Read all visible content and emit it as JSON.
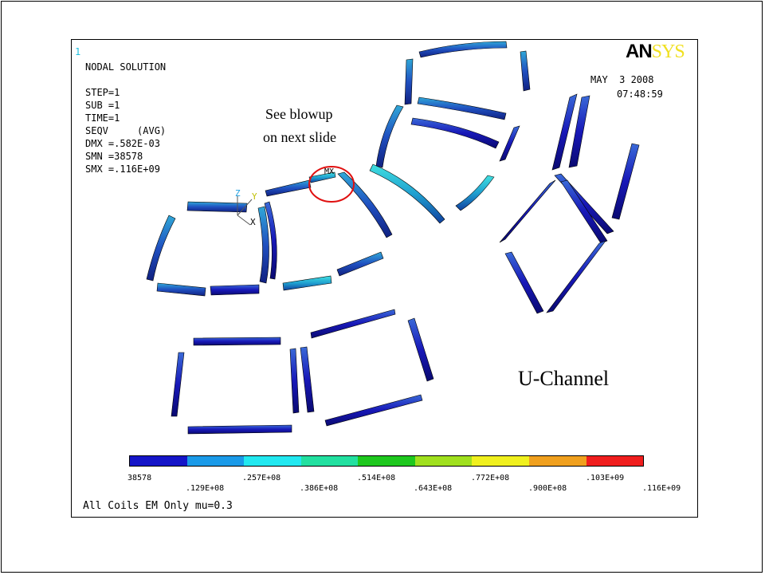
{
  "viewport": {
    "window_number": "1",
    "title": "NODAL SOLUTION",
    "params": [
      "STEP=1",
      "SUB =1",
      "TIME=1",
      "SEQV     (AVG)",
      "DMX =.582E-03",
      "SMN =38578",
      "SMX =.116E+09"
    ],
    "date": "MAY  3 2008",
    "time": "07:48:59",
    "brand_an": "AN",
    "brand_sys": "SYS",
    "annotation_line1": "See blowup",
    "annotation_line2": "on next slide",
    "max_marker": "MX",
    "triad": {
      "z": "Z",
      "y": "Y",
      "x": "X"
    },
    "part_label": "U-Channel",
    "footer": "All Coils EM Only mu=0.3"
  },
  "legend": {
    "colors": [
      "#1515c8",
      "#1a9ae8",
      "#22e8f0",
      "#22e0a0",
      "#1ec81e",
      "#a0e01e",
      "#f0f01e",
      "#f0a01e",
      "#f01e1e"
    ],
    "ticks_top": [
      "38578",
      ".257E+08",
      ".514E+08",
      ".772E+08",
      ".103E+09"
    ],
    "ticks_bottom": [
      ".129E+08",
      ".386E+08",
      ".643E+08",
      ".900E+08",
      ".116E+09"
    ]
  }
}
